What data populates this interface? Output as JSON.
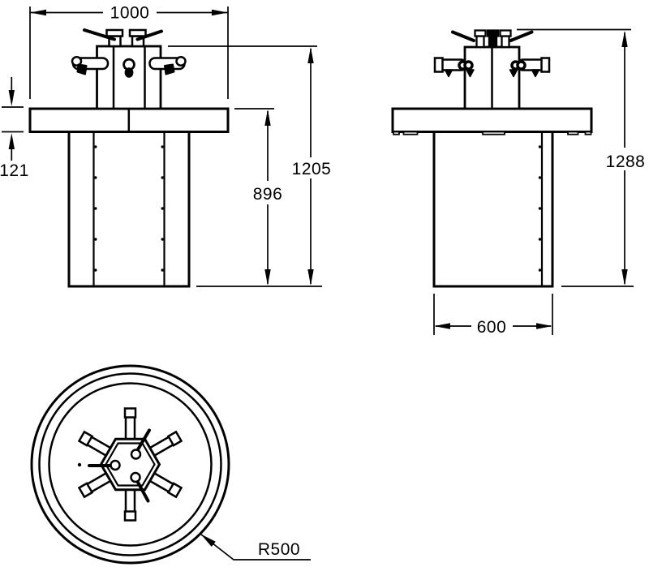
{
  "drawing": {
    "background_color": "#ffffff",
    "line_color": "#000000",
    "type": "technical-dimension-drawing",
    "views": {
      "front": "front-elevation",
      "side": "side-elevation",
      "top": "plan-view"
    },
    "dimensions": {
      "overall_width": "1000",
      "rim_thickness": "121",
      "basin_top_height": "896",
      "column_top_height": "1205",
      "overall_height": "1288",
      "pedestal_width": "600",
      "bowl_radius": "R500"
    }
  }
}
